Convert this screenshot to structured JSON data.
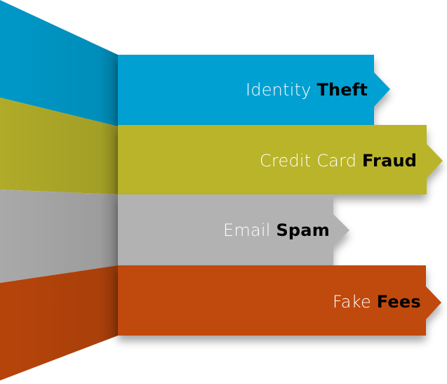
{
  "banners": [
    {
      "light_text": "Identity",
      "bold_text": "Theft",
      "color": "#00a0d2",
      "color_dark": "#0086b3"
    },
    {
      "light_text": "Credit Card",
      "bold_text": "Fraud",
      "color": "#b9b42b",
      "color_dark": "#9c9820"
    },
    {
      "light_text": "Email",
      "bold_text": "Spam",
      "color": "#b2b2b2",
      "color_dark": "#969696"
    },
    {
      "light_text": "Fake",
      "bold_text": "Fees",
      "color": "#c0480b",
      "color_dark": "#a03a06"
    }
  ]
}
